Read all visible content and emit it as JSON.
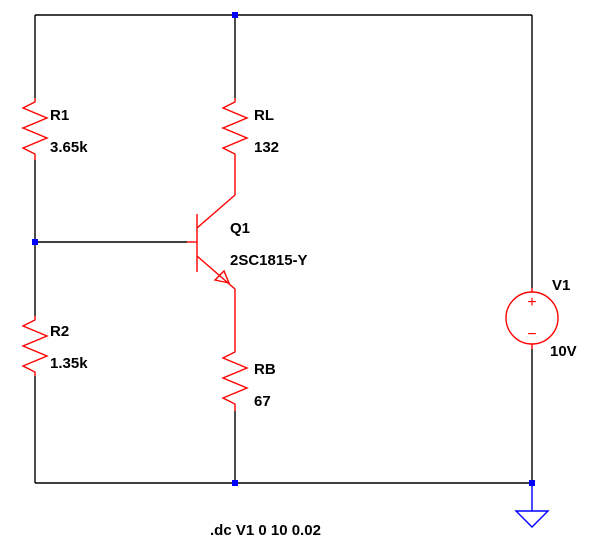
{
  "components": {
    "r1": {
      "name": "R1",
      "value": "3.65k"
    },
    "rl": {
      "name": "RL",
      "value": "132"
    },
    "q1": {
      "name": "Q1",
      "value": "2SC1815-Y"
    },
    "r2": {
      "name": "R2",
      "value": "1.35k"
    },
    "rb": {
      "name": "RB",
      "value": "67"
    },
    "v1": {
      "name": "V1",
      "value": "10V"
    }
  },
  "symbols": {
    "plus": "+",
    "minus": "−"
  },
  "directive": ".dc V1 0 10 0.02",
  "colors": {
    "wire": "#000000",
    "component": "#ff0000",
    "junction": "#0000ff",
    "ground": "#0000ff",
    "text": "#000000"
  }
}
